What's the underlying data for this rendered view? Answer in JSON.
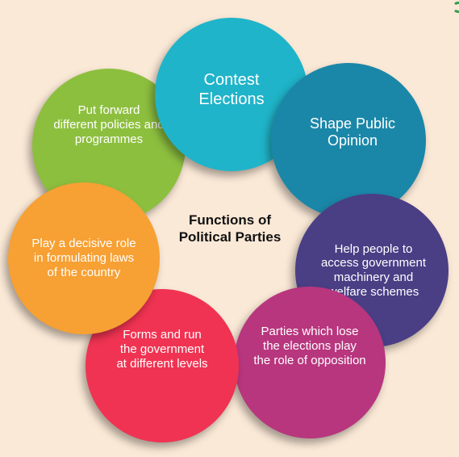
{
  "diagram": {
    "center_title": "Functions of\nPolitical Parties",
    "functions": [
      {
        "text": "Put forward\ndifferent policies and\nprogrammes",
        "color": "#8dbf3f"
      },
      {
        "text": "Contest\nElections",
        "color": "#1fb4c9"
      },
      {
        "text": "Shape Public\nOpinion",
        "color": "#1b87a8"
      },
      {
        "text": "Help people to\naccess government\nmachinery and\nwelfare schemes",
        "color": "#4a3e85"
      },
      {
        "text": "Parties which lose\nthe elections play\nthe role of opposition",
        "color": "#b8367e"
      },
      {
        "text": "Forms and run\nthe government\nat different levels",
        "color": "#f03352"
      },
      {
        "text": "Play a decisive role\nin formulating laws\nof the country",
        "color": "#f7a033"
      }
    ],
    "background_color": "#fbe9d7",
    "corner_icon": "green-logo-arc-icon"
  }
}
